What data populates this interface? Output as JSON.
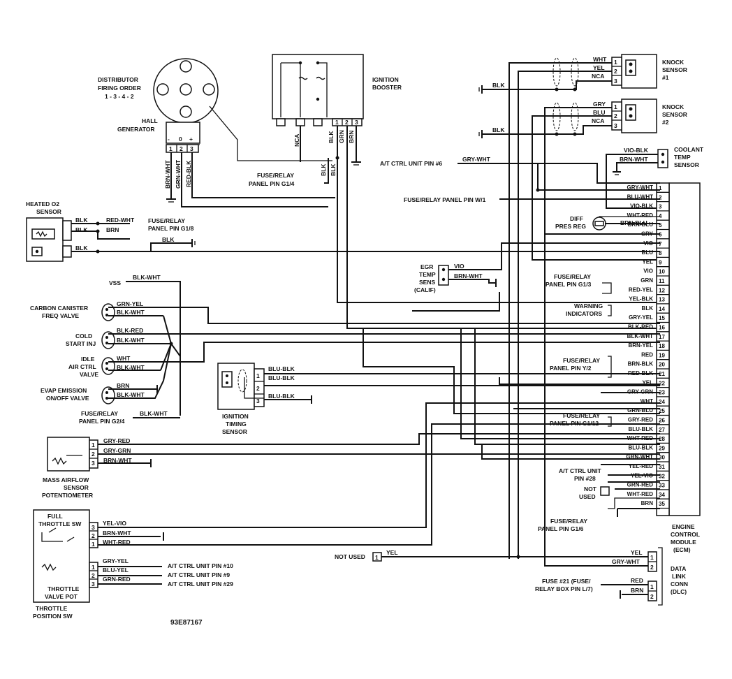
{
  "distributor": {
    "title": [
      "DISTRIBUTOR",
      "FIRING ORDER",
      "1 - 3 - 4 - 2"
    ],
    "hall": [
      "HALL",
      "GENERATOR"
    ],
    "pins": [
      "-",
      "0",
      "+"
    ],
    "pin_nums": [
      "1",
      "2",
      "3"
    ],
    "wires": [
      "BRN-WHT",
      "GRN-WHT",
      "RED-BLK"
    ]
  },
  "booster": {
    "title": [
      "IGNITION",
      "BOOSTER"
    ],
    "pins": [
      "1",
      "2",
      "3"
    ],
    "wires": [
      "NCA",
      "BLK",
      "GRN",
      "BRN"
    ],
    "fuse": [
      "FUSE/RELAY",
      "PANEL PIN G1/4"
    ],
    "fuse_wires": [
      "BLK",
      "BLK"
    ]
  },
  "knock1": {
    "title": [
      "KNOCK",
      "SENSOR",
      "#1"
    ],
    "wires": [
      "WHT",
      "YEL",
      "NCA"
    ],
    "pins": [
      "1",
      "2",
      "3"
    ],
    "gnd": "BLK"
  },
  "knock2": {
    "title": [
      "KNOCK",
      "SENSOR",
      "#2"
    ],
    "wires": [
      "GRY",
      "BLU",
      "NCA"
    ],
    "pins": [
      "1",
      "2",
      "3"
    ],
    "gnd": "BLK"
  },
  "coolant": {
    "title": [
      "COOLANT",
      "TEMP",
      "SENSOR"
    ],
    "wires": [
      "VIO-BLK",
      "BRN-WHT"
    ]
  },
  "at_ctrl6": {
    "label": "A/T CTRL UNIT PIN #6",
    "wire": "GRY-WHT"
  },
  "fuse_w1": {
    "label": "FUSE/RELAY PANEL PIN W/1"
  },
  "diff": {
    "title": [
      "DIFF",
      "PRES REG"
    ],
    "wire": "BRN-BLU"
  },
  "o2": {
    "title": [
      "HEATED O2",
      "SENSOR"
    ],
    "wires": [
      "BLK",
      "BLK",
      "BLK",
      "RED-WHT",
      "BRN",
      "BLK"
    ],
    "fuse": [
      "FUSE/RELAY",
      "PANEL PIN G1/8"
    ]
  },
  "egr": {
    "title": [
      "EGR",
      "TEMP",
      "SENS",
      "(CALIF)"
    ],
    "wires": [
      "VIO",
      "BRN-WHT"
    ]
  },
  "vss": {
    "label": "VSS",
    "wire": "BLK-WHT"
  },
  "canister": {
    "title": [
      "CARBON CANISTER",
      "FREQ VALVE"
    ],
    "wires": [
      "GRN-YEL",
      "BLK-WHT"
    ]
  },
  "cold": {
    "title": [
      "COLD",
      "START INJ"
    ],
    "wires": [
      "BLK-RED",
      "BLK-WHT"
    ]
  },
  "idle": {
    "title": [
      "IDLE",
      "AIR CTRL",
      "VALVE"
    ],
    "wires": [
      "WHT",
      "BLK-WHT"
    ]
  },
  "evap": {
    "title": [
      "EVAP EMISSION",
      "ON/OFF VALVE"
    ],
    "wires": [
      "BRN",
      "BLK-WHT"
    ]
  },
  "fuse_g24": {
    "title": [
      "FUSE/RELAY",
      "PANEL PIN G2/4"
    ],
    "wire": "BLK-WHT"
  },
  "timing": {
    "title": [
      "IGNITION",
      "TIMING",
      "SENSOR"
    ],
    "wires": [
      "BLU-BLK",
      "BLU-BLK",
      "BLU-BLK"
    ],
    "pins": [
      "1",
      "2",
      "3"
    ]
  },
  "maf": {
    "title": [
      "MASS AIRFLOW",
      "SENSOR",
      "POTENTIOMETER"
    ],
    "wires": [
      "GRY-RED",
      "GRY-GRN",
      "BRN-WHT"
    ],
    "pins": [
      "1",
      "2",
      "3"
    ]
  },
  "throttle": {
    "title": [
      "THROTTLE",
      "POSITION SW"
    ],
    "full": [
      "FULL",
      "THROTTLE SW"
    ],
    "pot": [
      "THROTTLE",
      "VALVE POT"
    ],
    "wires": [
      "YEL-VIO",
      "BRN-WHT",
      "WHT-RED",
      "GRY-YEL",
      "BLU-YEL",
      "GRN-RED"
    ],
    "pins": [
      "3",
      "2",
      "1",
      "1",
      "2",
      "3"
    ],
    "at_pins": [
      "A/T CTRL UNIT PIN #10",
      "A/T CTRL UNIT PIN #9",
      "A/T CTRL UNIT PIN #29"
    ]
  },
  "ecm": {
    "title": [
      "ENGINE",
      "CONTROL",
      "MODULE",
      "(ECM)"
    ],
    "pins": [
      "1",
      "2",
      "3",
      "4",
      "5",
      "6",
      "7",
      "8",
      "9",
      "10",
      "11",
      "12",
      "13",
      "14",
      "15",
      "16",
      "17",
      "18",
      "19",
      "20",
      "21",
      "22",
      "23",
      "24",
      "25",
      "26",
      "27",
      "28",
      "29",
      "30",
      "31",
      "32",
      "33",
      "34",
      "35"
    ],
    "wires": [
      "GRY-WHT",
      "BLU-WHT",
      "VIO-BLK",
      "WHT-RED",
      "BRN-BLU",
      "GRY",
      "VIO",
      "BLU",
      "YEL",
      "VIO",
      "",
      "GRN",
      "RED-YEL",
      "YEL-BLK",
      "BLK",
      "GRY-YEL",
      "BLK-RED",
      "BLK-WHT",
      "BRN-YEL",
      "RED",
      "BRN-BLK",
      "RED-BLK",
      "YEL",
      "GRY-GRN",
      "WHT",
      "GRN-BLU",
      "GRY-RED",
      "BLU-BLK",
      "WHT-RED",
      "BLU-BLK",
      "GRN-WHT",
      "YEL-RED",
      "YEL-VIO",
      "",
      "GRN-RED",
      "WHT-RED",
      "BRN"
    ]
  },
  "side_labels": {
    "fuse_g13": [
      "FUSE/RELAY",
      "PANEL PIN G1/3"
    ],
    "warning": [
      "WARNING",
      "INDICATORS"
    ],
    "fuse_y2": [
      "FUSE/RELAY",
      "PANEL PIN Y/2"
    ],
    "fuse_g112": [
      "FUSE/RELAY",
      "PANEL PIN G1/12"
    ],
    "at28": [
      "A/T CTRL UNIT",
      "PIN #28"
    ],
    "not_used": [
      "NOT",
      "USED"
    ],
    "fuse_g16": [
      "FUSE/RELAY",
      "PANEL PIN G1/6"
    ]
  },
  "dlc": {
    "title": [
      "DATA",
      "LINK",
      "CONN",
      "(DLC)"
    ],
    "wires": [
      "YEL",
      "GRY-WHT",
      "RED",
      "BRN"
    ],
    "pins": [
      "1",
      "2",
      "1",
      "2"
    ],
    "fuse21": [
      "FUSE #21 (FUSE/",
      "RELAY BOX PIN L/7)"
    ]
  },
  "not_used_left": {
    "label": "NOT USED",
    "pin": "1",
    "wire": "YEL"
  },
  "figure_id": "93E87167"
}
